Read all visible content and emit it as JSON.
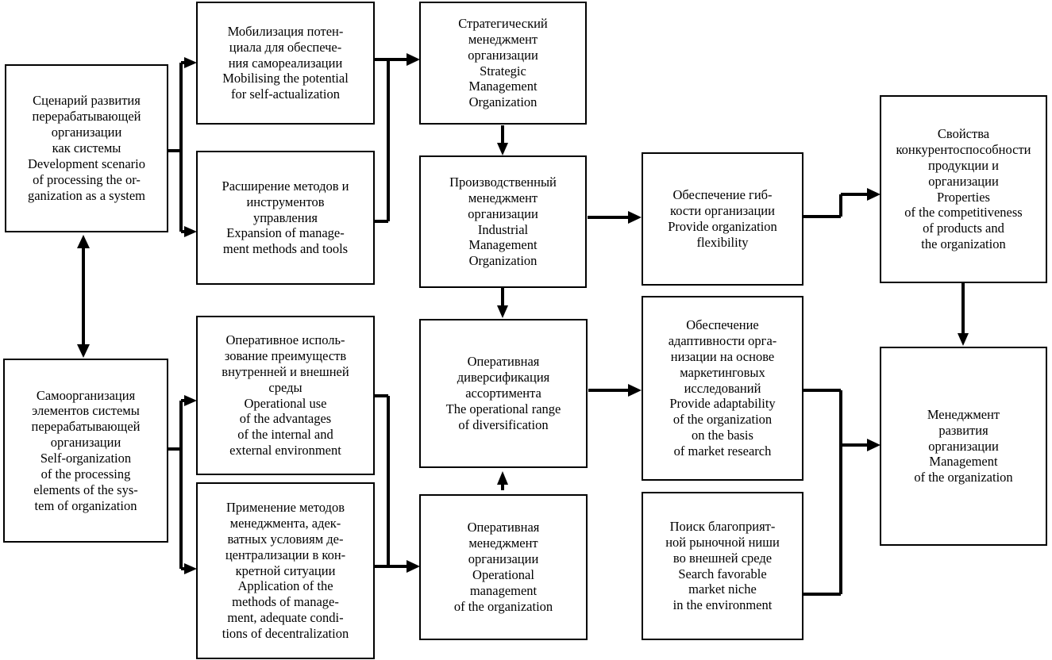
{
  "diagram": {
    "title": "Scenario of development of a processing organization as a system",
    "background_color": "#ffffff",
    "line_color": "#000000",
    "box_border_color": "#000000",
    "box_fill_color": "#ffffff"
  },
  "nodes": [
    {
      "id": "development-scenario",
      "name": "development-scenario-box",
      "lines": [
        "Сценарий развития",
        "перерабатывающей",
        "организации",
        "как системы",
        "Development scenario",
        "of processing the or-",
        "ganization as a system"
      ]
    },
    {
      "id": "mobilising-potential",
      "name": "mobilising-potential-box",
      "lines": [
        "Мобилизация потен-",
        "циала для обеспече-",
        "ния самореализации",
        "Mobilising the potential",
        "for self-actualization"
      ]
    },
    {
      "id": "expansion-methods",
      "name": "expansion-methods-box",
      "lines": [
        "Расширение методов и",
        "инструментов",
        "управления",
        "Expansion of manage-",
        "ment methods and tools"
      ]
    },
    {
      "id": "strategic-management",
      "name": "strategic-management-box",
      "lines": [
        "Стратегический",
        "менеджмент",
        "организации",
        "Strategic",
        "Management",
        "Organization"
      ]
    },
    {
      "id": "industrial-management",
      "name": "industrial-management-box",
      "lines": [
        "Производственный",
        "менеджмент",
        "организации",
        "Industrial",
        "Management",
        "Organization"
      ]
    },
    {
      "id": "provide-flexibility",
      "name": "provide-flexibility-box",
      "lines": [
        "Обеспечение гиб-",
        "кости организации",
        "Provide organization",
        "flexibility"
      ]
    },
    {
      "id": "competitiveness-properties",
      "name": "competitiveness-properties-box",
      "lines": [
        "Свойства",
        "конкурентоспособности",
        "продукции и",
        "организации",
        "Properties",
        "of the competitiveness",
        "of products and",
        "the organization"
      ]
    },
    {
      "id": "self-organization",
      "name": "self-organization-box",
      "lines": [
        "Самоорганизация",
        "элементов системы",
        "перерабатывающей",
        "организации",
        "Self-organization",
        "of the processing",
        "elements of the sys-",
        "tem of organization"
      ]
    },
    {
      "id": "operational-use",
      "name": "operational-use-box",
      "lines": [
        "Оперативное исполь-",
        "зование преимуществ",
        "внутренней и внешней",
        "среды",
        "Operational use",
        "of the advantages",
        "of the internal and",
        "external environment"
      ]
    },
    {
      "id": "application-methods",
      "name": "application-methods-box",
      "lines": [
        "Применение методов",
        "менеджмента, адек-",
        "ватных условиям де-",
        "централизации в кон-",
        "кретной ситуации",
        "Application of the",
        "methods of manage-",
        "ment, adequate condi-",
        "tions of decentralization"
      ]
    },
    {
      "id": "operational-diversification",
      "name": "operational-diversification-box",
      "lines": [
        "Оперативная",
        "диверсификация",
        "ассортимента",
        "The operational range",
        "of diversification"
      ]
    },
    {
      "id": "operational-management",
      "name": "operational-management-box",
      "lines": [
        "Оперативная",
        "менеджмент",
        "организации",
        "Operational",
        "management",
        "of the organization"
      ]
    },
    {
      "id": "provide-adaptability",
      "name": "provide-adaptability-box",
      "lines": [
        "Обеспечение",
        "адаптивности орга-",
        "низации на основе",
        "маркетинговых",
        "исследований",
        "Provide adaptability",
        "of the organization",
        "on the basis",
        "of market research"
      ]
    },
    {
      "id": "search-market-niche",
      "name": "search-market-niche-box",
      "lines": [
        "Поиск благоприят-",
        "ной рыночной ниши",
        "во внешней среде",
        "Search favorable",
        "market niche",
        "in the environment"
      ]
    },
    {
      "id": "management-development",
      "name": "management-development-box",
      "lines": [
        "Менеджмент",
        "развития",
        "организации",
        "Management",
        "of the organization"
      ]
    }
  ],
  "connections": [
    {
      "from": "development-scenario",
      "to": "mobilising-potential"
    },
    {
      "from": "development-scenario",
      "to": "expansion-methods"
    },
    {
      "from": "mobilising-potential",
      "to": "strategic-management"
    },
    {
      "from": "expansion-methods",
      "to": "strategic-management"
    },
    {
      "from": "strategic-management",
      "to": "industrial-management"
    },
    {
      "from": "industrial-management",
      "to": "provide-flexibility"
    },
    {
      "from": "industrial-management",
      "to": "operational-diversification"
    },
    {
      "from": "provide-flexibility",
      "to": "competitiveness-properties"
    },
    {
      "from": "competitiveness-properties",
      "to": "management-development"
    },
    {
      "from": "development-scenario",
      "to": "self-organization",
      "style": "double-arrow-vertical"
    },
    {
      "from": "self-organization",
      "to": "operational-use"
    },
    {
      "from": "self-organization",
      "to": "application-methods"
    },
    {
      "from": "operational-use",
      "to": "operational-management"
    },
    {
      "from": "application-methods",
      "to": "operational-management"
    },
    {
      "from": "operational-management",
      "to": "operational-diversification"
    },
    {
      "from": "operational-diversification",
      "to": "provide-adaptability"
    },
    {
      "from": "provide-adaptability",
      "to": "management-development"
    },
    {
      "from": "search-market-niche",
      "to": "management-development"
    }
  ]
}
